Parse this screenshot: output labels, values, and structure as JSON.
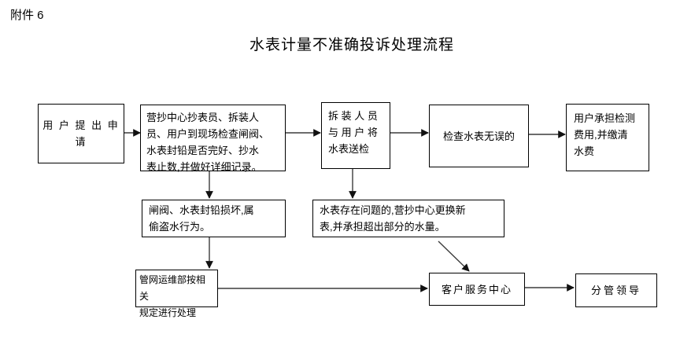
{
  "page": {
    "attachment_label": "附件 6",
    "title": "水表计量不准确投诉处理流程"
  },
  "flowchart": {
    "nodes": [
      {
        "id": "apply",
        "text": "用 户 提 出 申 请"
      },
      {
        "id": "site-check",
        "text": "营抄中心抄表员、拆装人\n员、用户到现场检查闸阀、\n水表封铅是否完好、抄水\n表止数,并做好详细记录。"
      },
      {
        "id": "send-test",
        "text": "拆 装 人 员\n与 用 户 将\n水表送检"
      },
      {
        "id": "meter-ok",
        "text": "检查水表无误的"
      },
      {
        "id": "pay-fee",
        "text": "用户承担检测\n费用,并缴清\n水费"
      },
      {
        "id": "seal-damaged",
        "text": "闸阀、水表封铅损坏,属\n偷盗水行为。"
      },
      {
        "id": "meter-problem",
        "text": "水表存在问题的,营抄中心更换新\n表,并承担超出部分的水量。"
      },
      {
        "id": "pipeline-dept",
        "text": "管网运维部按相关\n规定进行处理"
      },
      {
        "id": "customer-service",
        "text": "客户服务中心"
      },
      {
        "id": "leader",
        "text": "分管领导"
      }
    ],
    "edges": [
      {
        "from": "apply",
        "to": "site-check"
      },
      {
        "from": "site-check",
        "to": "send-test"
      },
      {
        "from": "send-test",
        "to": "meter-ok"
      },
      {
        "from": "meter-ok",
        "to": "pay-fee"
      },
      {
        "from": "site-check",
        "to": "seal-damaged"
      },
      {
        "from": "send-test",
        "to": "meter-problem"
      },
      {
        "from": "seal-damaged",
        "to": "pipeline-dept"
      },
      {
        "from": "pipeline-dept",
        "to": "customer-service"
      },
      {
        "from": "meter-problem",
        "to": "customer-service"
      },
      {
        "from": "customer-service",
        "to": "leader"
      }
    ],
    "colors": {
      "line": "#3c3c3c",
      "border": "#000000",
      "background": "#ffffff",
      "text": "#000000"
    }
  }
}
